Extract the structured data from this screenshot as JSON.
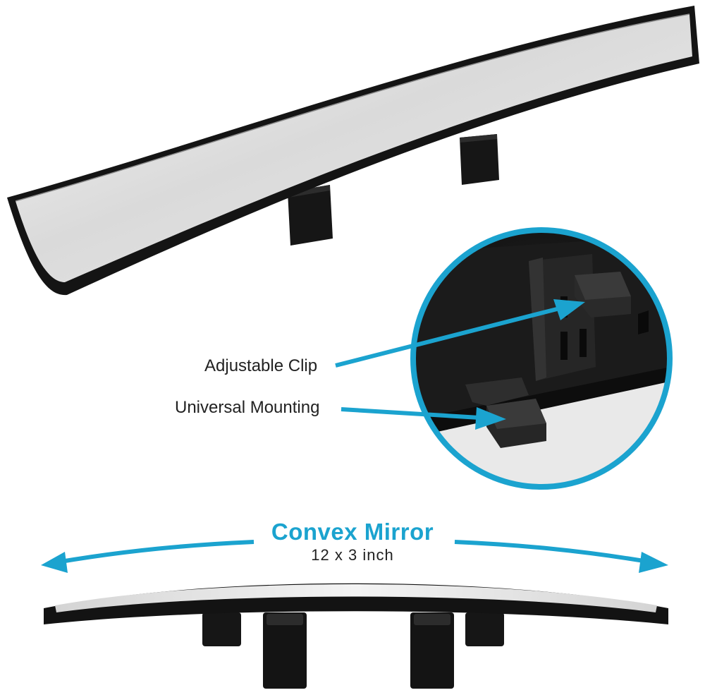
{
  "callouts": {
    "adjustable_clip": "Adjustable Clip",
    "universal_mounting": "Universal Mounting"
  },
  "product": {
    "title": "Convex Mirror",
    "size": "12 x 3 inch"
  },
  "colors": {
    "accent": "#1ba3cf",
    "frame": "#151515",
    "mirror": "#e6e6e6",
    "text": "#222222"
  },
  "icons": {
    "arrow": "arrow-icon",
    "double_arrow": "double-arrow-icon"
  }
}
